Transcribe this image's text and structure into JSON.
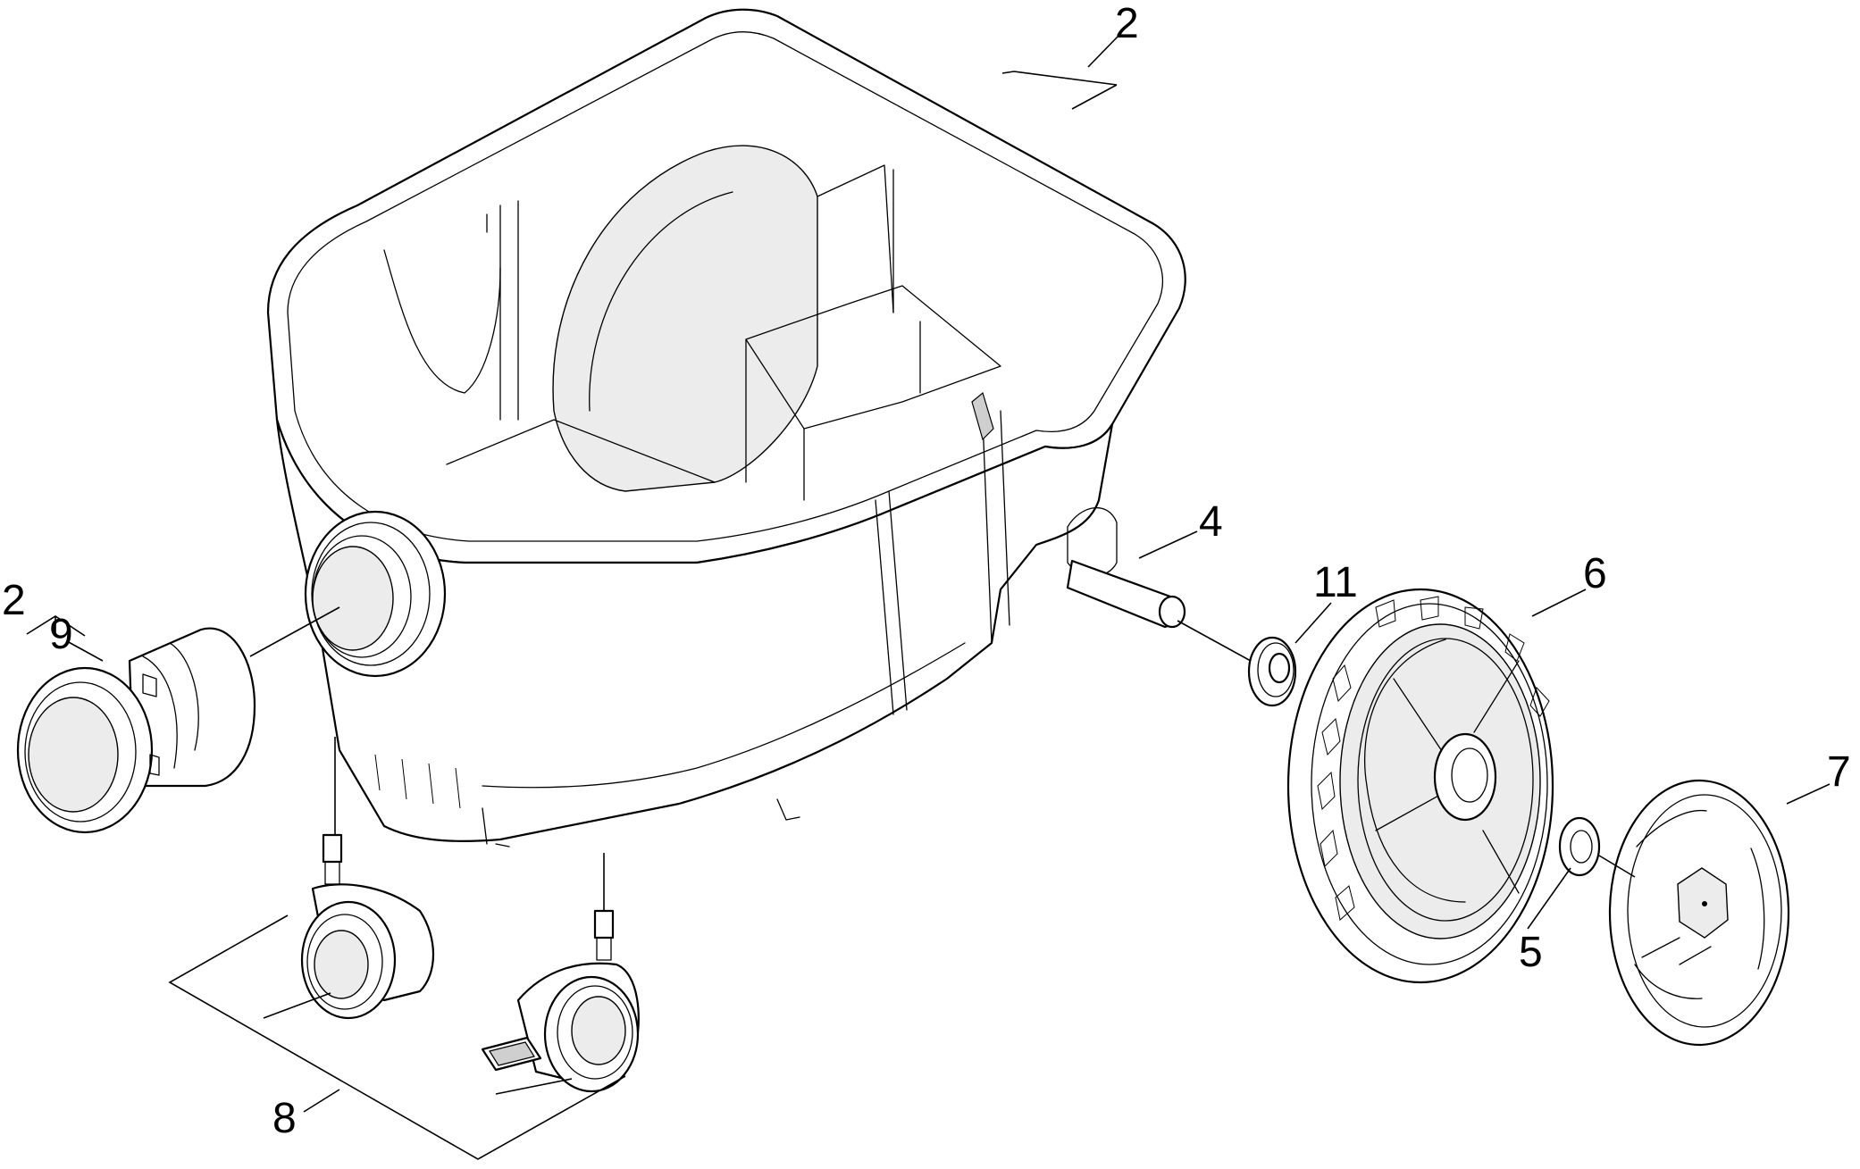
{
  "diagram": {
    "labels": {
      "container_top": "2",
      "adapter_group": "2",
      "suction_adapter": "9",
      "axle": "4",
      "washer": "11",
      "wheel": "6",
      "hub_cap": "7",
      "lock_ring": "5",
      "castors": "8"
    },
    "colors": {
      "line": "#000000",
      "background": "#ffffff",
      "shading": "#cfcfcf"
    }
  }
}
